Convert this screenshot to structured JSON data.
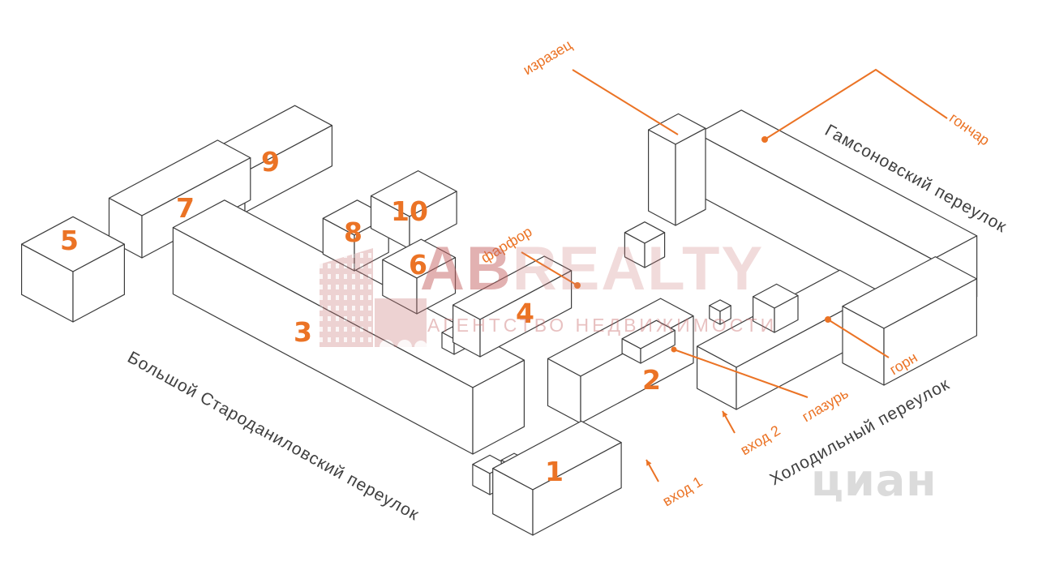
{
  "colors": {
    "accent": "#EB7325",
    "line": "#3C3C3C",
    "street_text": "#3F3F3F",
    "watermark_pink": "#C97A7A",
    "watermark_gray": "#DBDBDB"
  },
  "streets": {
    "starodanilovsky": "Большой Староданиловский переулок",
    "gamsonovsky": "Гамсоновский переулок",
    "kholodilny": "Холодильный переулок"
  },
  "buildings": {
    "b1": "1",
    "b2": "2",
    "b3": "3",
    "b4": "4",
    "b5": "5",
    "b6": "6",
    "b7": "7",
    "b8": "8",
    "b9": "9",
    "b10": "10"
  },
  "poi": {
    "izrazets": "изразец",
    "gonchar": "гончар",
    "farfor": "фарфор",
    "glazur": "глазурь",
    "gorn": "горн"
  },
  "entrances": {
    "e1": "вход 1",
    "e2": "вход 2"
  },
  "watermark": {
    "brand_bold": "AB",
    "brand_light": "REALTY",
    "subtitle": "АГЕНТСТВО НЕДВИЖИМОСТИ",
    "corner": "циан"
  }
}
